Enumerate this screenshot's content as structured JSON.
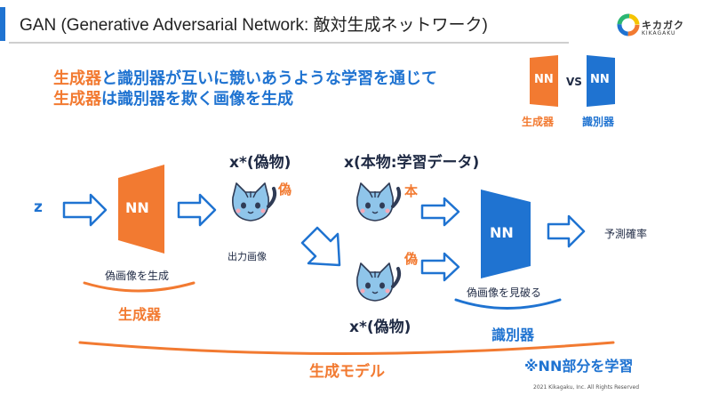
{
  "slide": {
    "title": "GAN (Generative Adversarial Network: 敵対生成ネットワーク)",
    "brand": "キカガク",
    "brand_sub": "KIKAGAKU",
    "headline_line1_part1": "生成器",
    "headline_line1_part2": "と識別器が互いに競いあうような学習を通じて",
    "headline_line2_part1": "生成器",
    "headline_line2_part2": "は識別器を欺く画像を生成",
    "copyright": "2021 Kikagaku, Inc. All Rights Reserved"
  },
  "legend": {
    "generator_box_label": "NN",
    "vs": "VS",
    "discriminator_box_label": "NN",
    "generator_caption": "生成器",
    "discriminator_caption": "識別器"
  },
  "diagram": {
    "z_label": "z",
    "generator_nn": "NN",
    "fake_heading_top": "x*(偽物)",
    "fake_tag_top": "偽",
    "output_caption": "出力画像",
    "real_heading": "x(本物:学習データ)",
    "real_tag": "本",
    "fake_tag_bottom": "偽",
    "fake_heading_bottom": "x*(偽物)",
    "discriminator_nn": "NN",
    "prediction_label": "予測確率",
    "generator_task": "偽画像を生成",
    "generator_name": "生成器",
    "discriminator_task": "偽画像を見破る",
    "discriminator_name": "識別器",
    "model_name": "生成モデル",
    "note": "※NN部分を学習"
  },
  "colors": {
    "orange": "#f27a31",
    "blue": "#1f73d1",
    "dark": "#1f2a44",
    "cat": "#8fc5ea"
  }
}
